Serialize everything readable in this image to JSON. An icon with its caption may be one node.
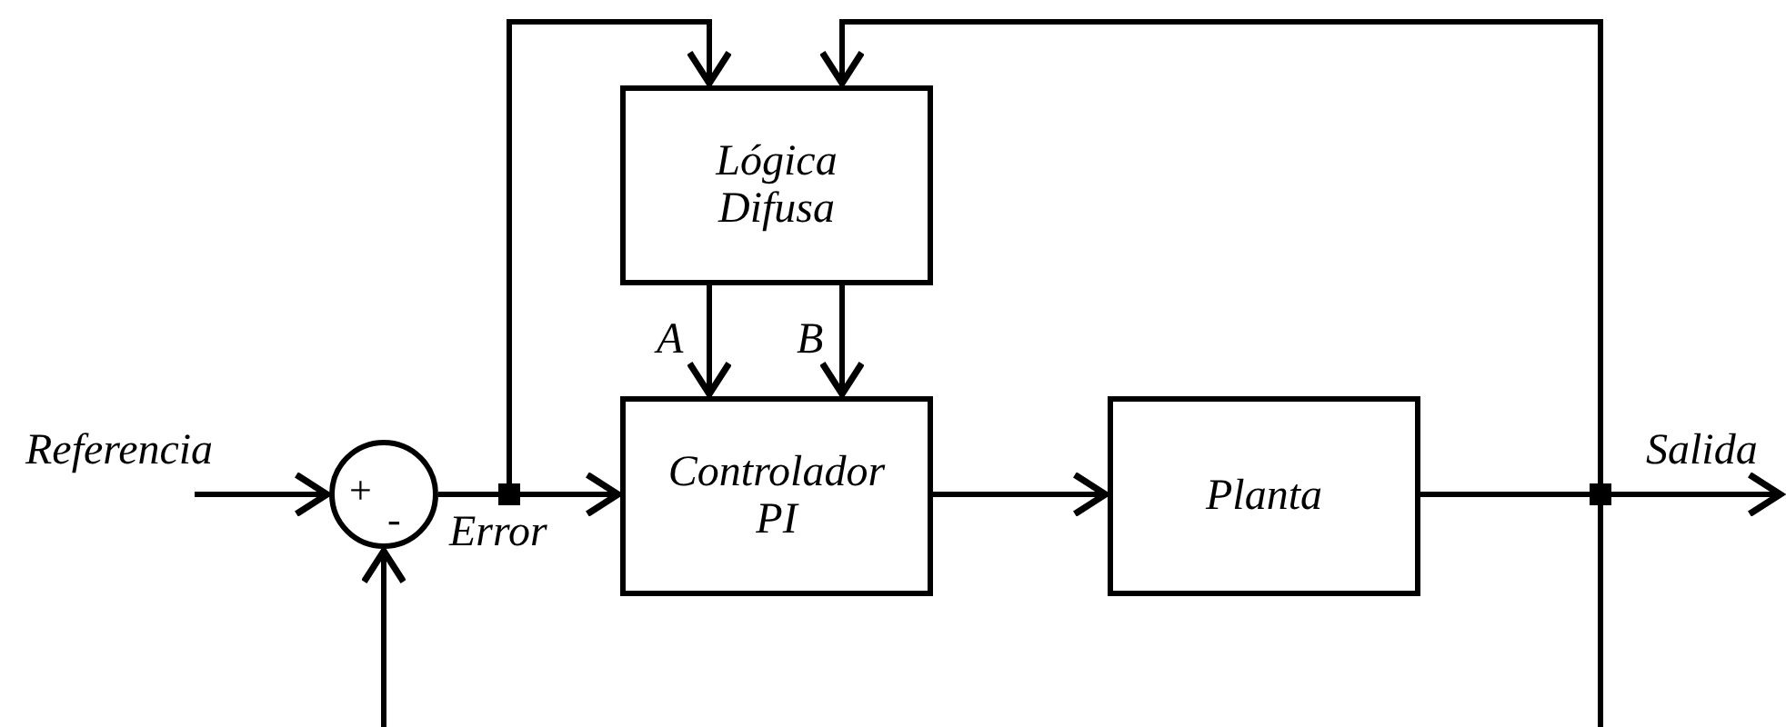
{
  "diagram": {
    "nodes": [
      {
        "text": [
          "Lógica Difusa"
        ]
      },
      {
        "text": [
          "Controlador PI"
        ]
      },
      {
        "text": [
          "Planta"
        ]
      },
      {
        "text": [
          "+",
          "-"
        ]
      }
    ],
    "edges": [
      {
        "from": null,
        "to": 3,
        "arrow": "to",
        "label": "Referencia"
      },
      {
        "from": 3,
        "to": 1,
        "arrow": "to",
        "label": "Error"
      },
      {
        "from": 3,
        "to": 0,
        "arrow": "to"
      },
      {
        "from": 1,
        "to": 2,
        "arrow": "to"
      },
      {
        "from": 2,
        "to": null,
        "arrow": "to",
        "label": "Salida"
      },
      {
        "from": 2,
        "to": 0,
        "arrow": "to"
      },
      {
        "from": 2,
        "to": null,
        "arrow": "none"
      },
      {
        "from": null,
        "to": 3,
        "arrow": "to"
      },
      {
        "from": 0,
        "to": 1,
        "arrow": "to",
        "label": "A"
      },
      {
        "from": 0,
        "to": 1,
        "arrow": "to",
        "label": "B"
      }
    ]
  }
}
